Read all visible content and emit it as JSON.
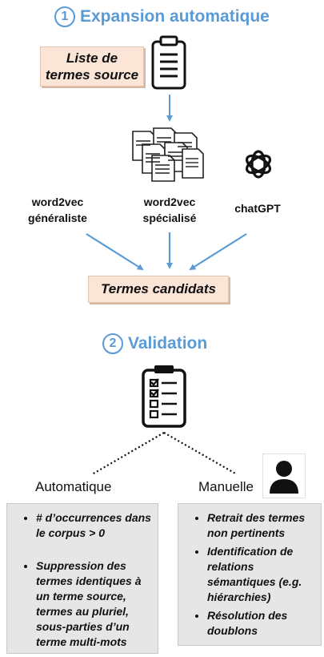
{
  "section1": {
    "number": "1",
    "title": "Expansion automatique"
  },
  "source_list": {
    "label_line1": "Liste de",
    "label_line2": "termes source"
  },
  "sources": [
    {
      "line1": "word2vec",
      "line2": "généraliste"
    },
    {
      "line1": "word2vec",
      "line2": "spécialisé"
    },
    {
      "line1": "chatGPT",
      "line2": ""
    }
  ],
  "candidates": {
    "label": "Termes candidats"
  },
  "section2": {
    "number": "2",
    "title": "Validation"
  },
  "branches": {
    "automatic": "Automatique",
    "manual": "Manuelle"
  },
  "automatic_items": [
    "# d’occurrences dans le corpus > 0",
    "Suppression des termes identiques à un terme source, termes au pluriel, sous-parties d’un terme multi-mots"
  ],
  "manual_items": [
    "Retrait des termes non pertinents",
    "Identification de relations sémantiques (e.g. hiérarchies)",
    "Résolution des doublons"
  ],
  "colors": {
    "accent": "#5b9bd5",
    "scroll_fill": "#fbe5d6",
    "box_fill": "#e6e6e6"
  }
}
